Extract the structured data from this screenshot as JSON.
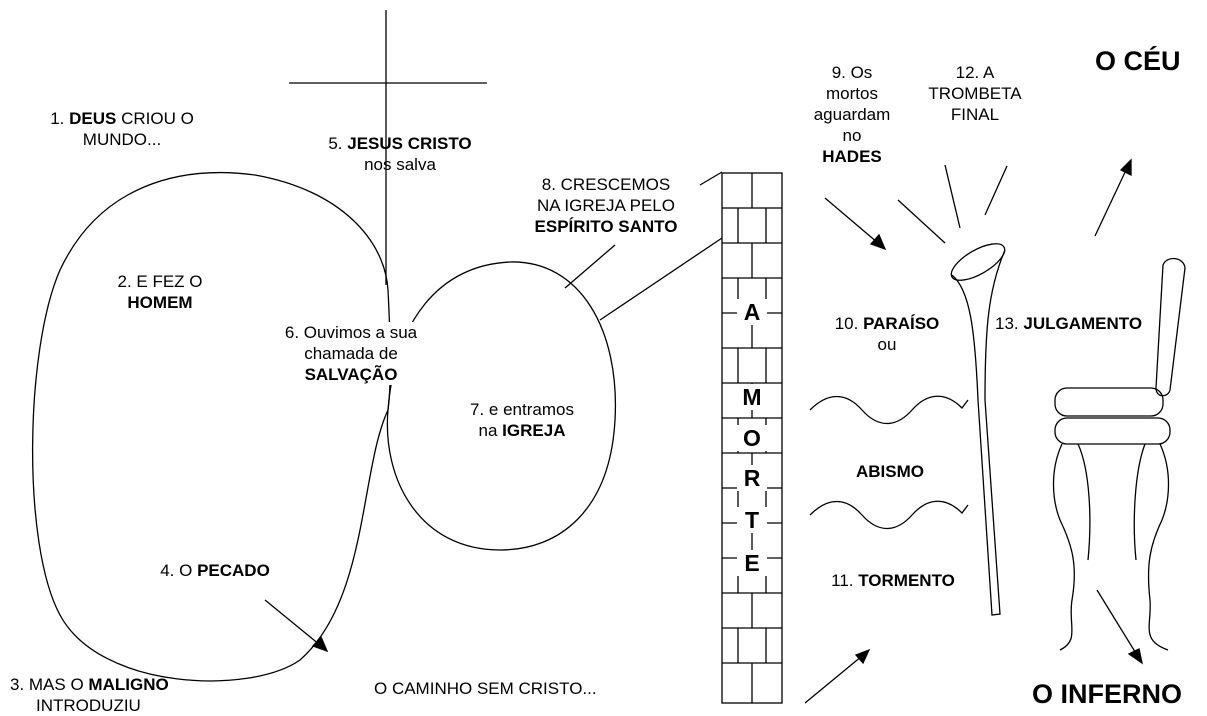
{
  "steps": {
    "s1": {
      "pre": "1. ",
      "bold": "DEUS",
      "post": " CRIOU O",
      "line2": "MUNDO..."
    },
    "s2": {
      "line1": "2. E FEZ O",
      "bold": "HOMEM"
    },
    "s3": {
      "pre": "3. MAS O ",
      "bold": "MALIGNO",
      "line2": "INTRODUZIU"
    },
    "s4": {
      "pre": "4. O ",
      "bold": "PECADO"
    },
    "s5": {
      "pre": "5. ",
      "bold": "JESUS CRISTO",
      "line2": "nos salva"
    },
    "s6": {
      "line1": "6. Ouvimos a sua",
      "line2": "chamada de",
      "bold": "SALVAÇÃO"
    },
    "s7": {
      "line1": "7. e entramos",
      "pre": "na ",
      "bold": "IGREJA"
    },
    "s8": {
      "line1": "8. CRESCEMOS",
      "line2": "NA IGREJA PELO",
      "bold": "ESPÍRITO SANTO"
    },
    "s9": {
      "line1": "9. Os",
      "line2": "mortos",
      "line3": "aguardam",
      "line4": "no",
      "bold": "HADES"
    },
    "s10": {
      "pre": "10. ",
      "bold": "PARAÍSO",
      "line2": "ou"
    },
    "s11": {
      "pre": "11. ",
      "bold": "TORMENTO"
    },
    "s12": {
      "line1": "12. A",
      "line2": "TROMBETA",
      "line3": "FINAL"
    },
    "s13": {
      "pre": "13. ",
      "bold": "JULGAMENTO"
    }
  },
  "abismo": "ABISMO",
  "caminho": "O CAMINHO SEM CRISTO...",
  "ceu": "O CÉU",
  "inferno": "O INFERNO",
  "death_wall": {
    "letters": [
      "A",
      "M",
      "O",
      "R",
      "T",
      "E"
    ]
  }
}
